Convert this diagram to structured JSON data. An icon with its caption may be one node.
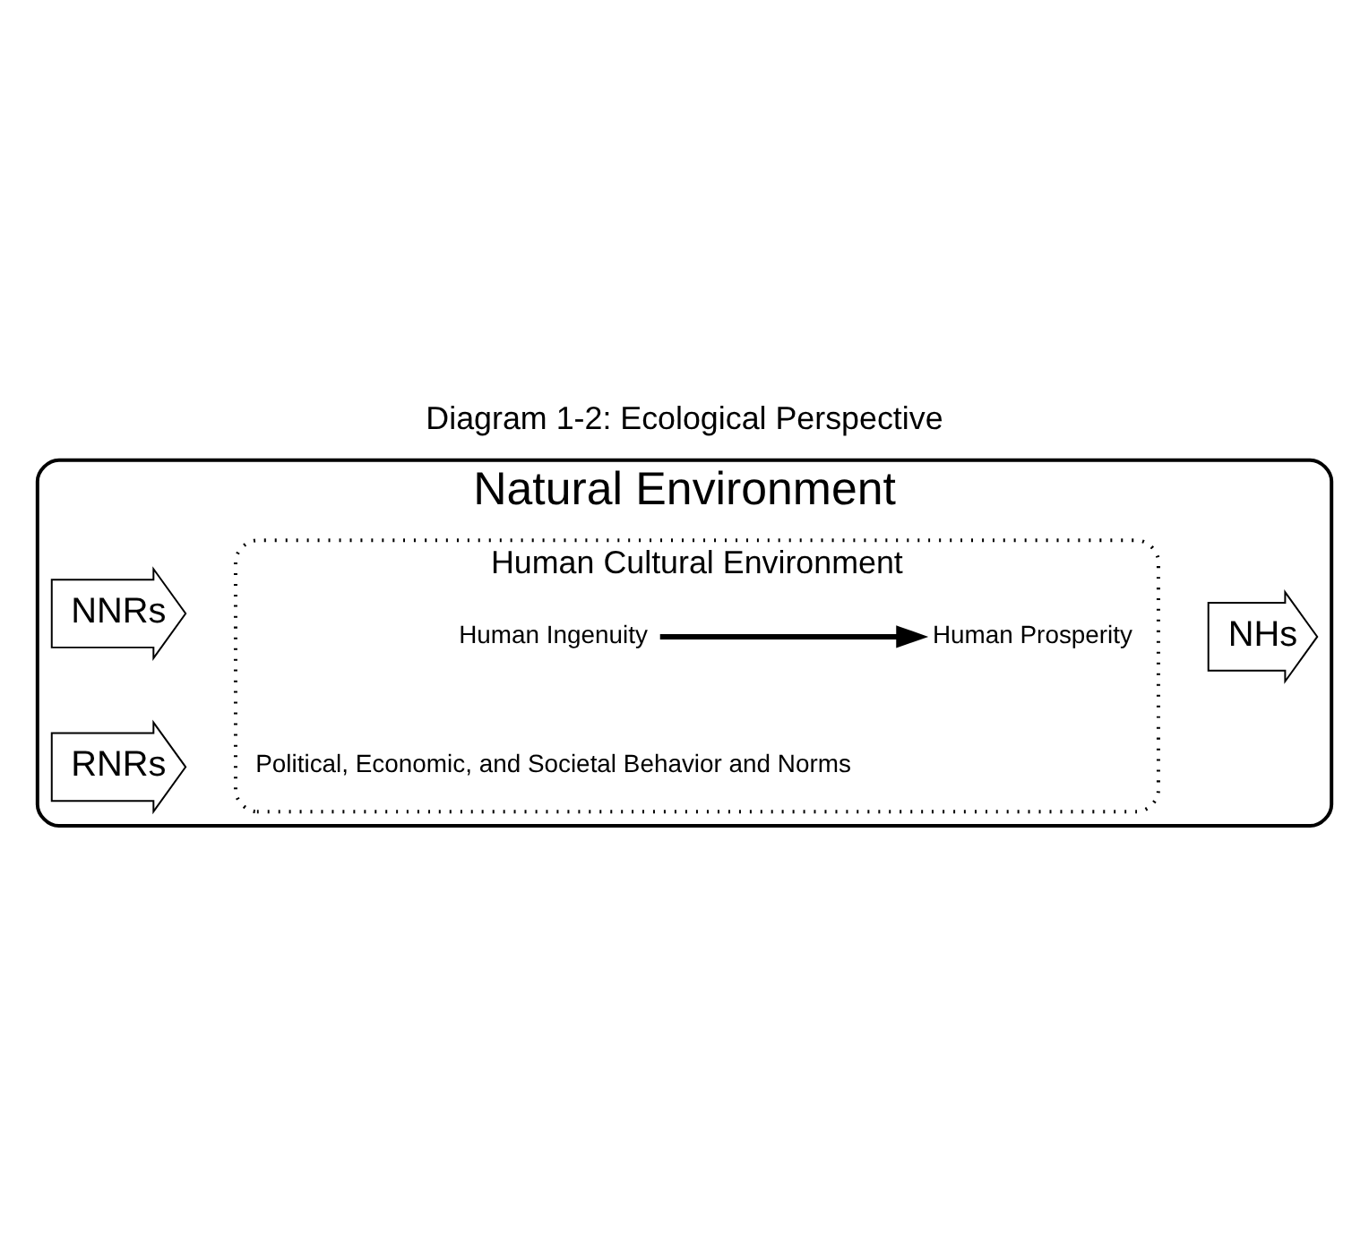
{
  "diagram": {
    "title": "Diagram 1-2: Ecological Perspective",
    "nodes": [
      {
        "text": [
          "Natural Environment"
        ]
      },
      {
        "text": [
          "Human Cultural Environment"
        ],
        "in": 0
      },
      {
        "text": [
          "Human Ingenuity"
        ],
        "in": 1
      },
      {
        "text": [
          "Human Prosperity"
        ],
        "in": 1
      },
      {
        "text": [
          "Political, Economic, and Societal Behavior and Norms"
        ],
        "in": 1
      },
      {
        "text": [
          "NNRs"
        ],
        "in": 0
      },
      {
        "text": [
          "RNRs"
        ],
        "in": 0
      },
      {
        "text": [
          "NHs"
        ],
        "in": 0
      }
    ],
    "edges": [
      {
        "from": 2,
        "to": 3,
        "arrow": "to"
      }
    ]
  }
}
